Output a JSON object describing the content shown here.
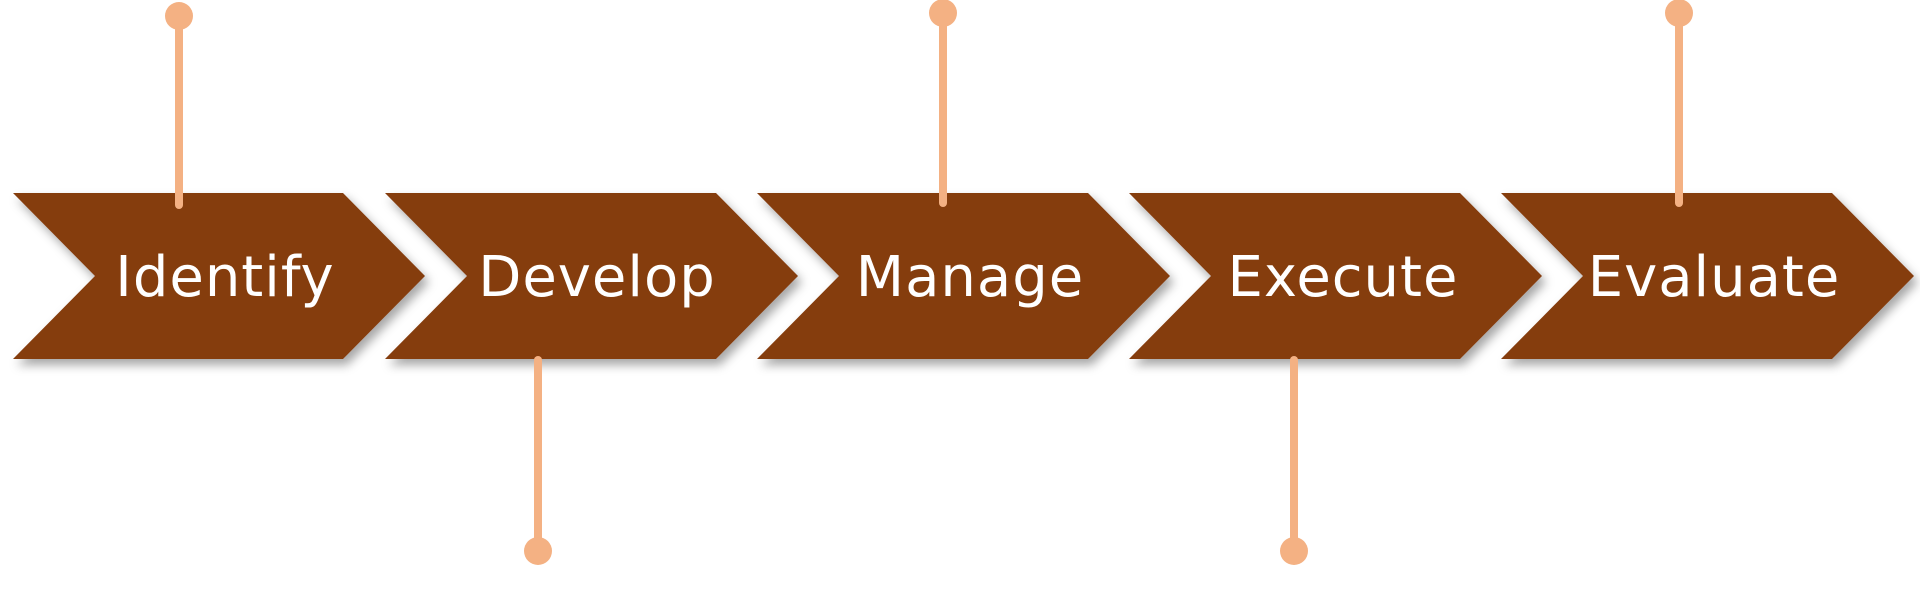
{
  "colors": {
    "chevron_fill": "#853C10",
    "connector": "#F4B183",
    "label_text": "#FFFFFF",
    "background": "#FFFFFF"
  },
  "steps": [
    {
      "label": "Identify",
      "connector_direction": "up"
    },
    {
      "label": "Develop",
      "connector_direction": "down"
    },
    {
      "label": "Manage",
      "connector_direction": "up"
    },
    {
      "label": "Execute",
      "connector_direction": "down"
    },
    {
      "label": "Evaluate",
      "connector_direction": "up"
    }
  ]
}
